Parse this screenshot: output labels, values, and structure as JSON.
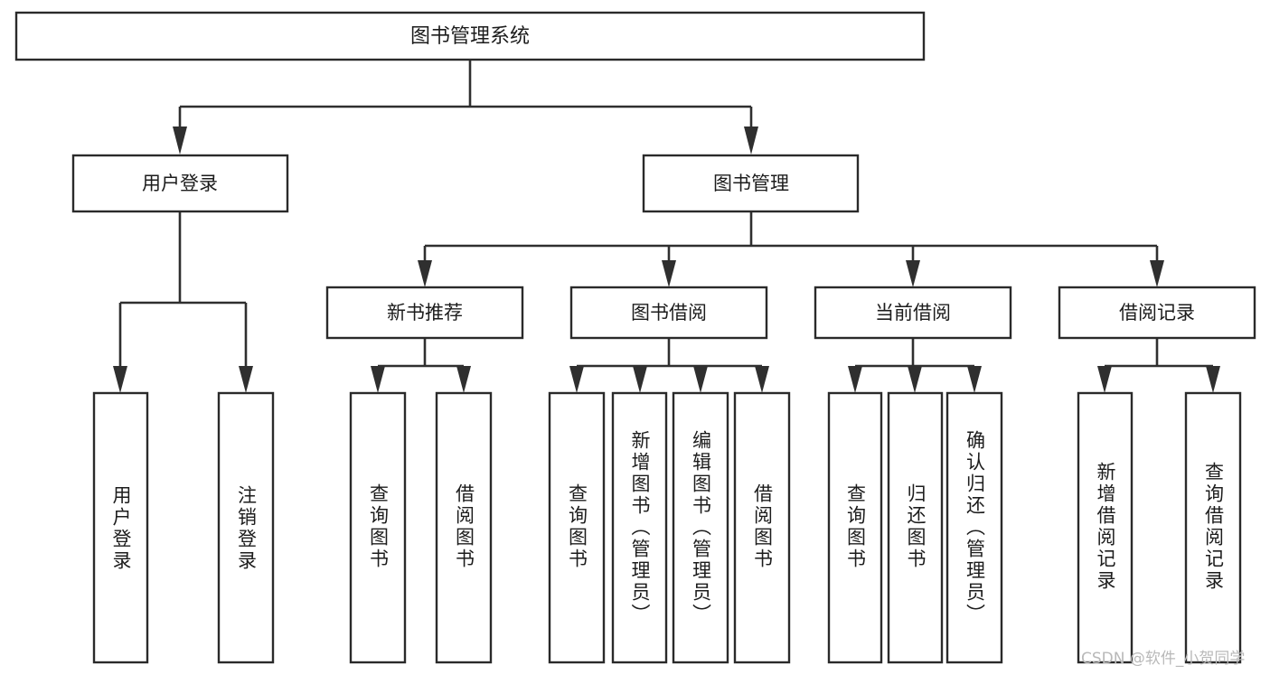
{
  "diagram": {
    "title": "图书管理系统",
    "type": "tree-hierarchy-diagram",
    "orientation": "top-down",
    "colors": {
      "box_fill": "#ffffff",
      "box_stroke": "#2a2a2a",
      "connector": "#2f2f2f",
      "text": "#1c1c1c",
      "watermark": "#b9b9b9",
      "background": "#ffffff"
    },
    "root": {
      "label": "图书管理系统"
    },
    "level1": [
      {
        "id": "user-login",
        "label": "用户登录"
      },
      {
        "id": "book-management",
        "label": "图书管理"
      }
    ],
    "level2": [
      {
        "id": "new-book-recommend",
        "label": "新书推荐",
        "parent": "book-management"
      },
      {
        "id": "book-borrow",
        "label": "图书借阅",
        "parent": "book-management"
      },
      {
        "id": "current-borrow",
        "label": "当前借阅",
        "parent": "book-management"
      },
      {
        "id": "borrow-record",
        "label": "借阅记录",
        "parent": "book-management"
      }
    ],
    "leaves": {
      "user-login": [
        {
          "id": "leaf-user-login",
          "label": "用户登录"
        },
        {
          "id": "leaf-user-logout",
          "label": "注销登录"
        }
      ],
      "new-book-recommend": [
        {
          "id": "leaf-query-book-1",
          "label": "查询图书"
        },
        {
          "id": "leaf-borrow-book-1",
          "label": "借阅图书"
        }
      ],
      "book-borrow": [
        {
          "id": "leaf-query-book-2",
          "label": "查询图书"
        },
        {
          "id": "leaf-add-book",
          "label": "新增图书（管理员）"
        },
        {
          "id": "leaf-edit-book",
          "label": "编辑图书（管理员）"
        },
        {
          "id": "leaf-borrow-book-2",
          "label": "借阅图书"
        }
      ],
      "current-borrow": [
        {
          "id": "leaf-query-book-3",
          "label": "查询图书"
        },
        {
          "id": "leaf-return-book",
          "label": "归还图书"
        },
        {
          "id": "leaf-confirm-return",
          "label": "确认归还（管理员）"
        }
      ],
      "borrow-record": [
        {
          "id": "leaf-add-record",
          "label": "新增借阅记录"
        },
        {
          "id": "leaf-query-record",
          "label": "查询借阅记录"
        }
      ]
    }
  },
  "watermark": {
    "text": "CSDN @软件_小贺同学"
  }
}
